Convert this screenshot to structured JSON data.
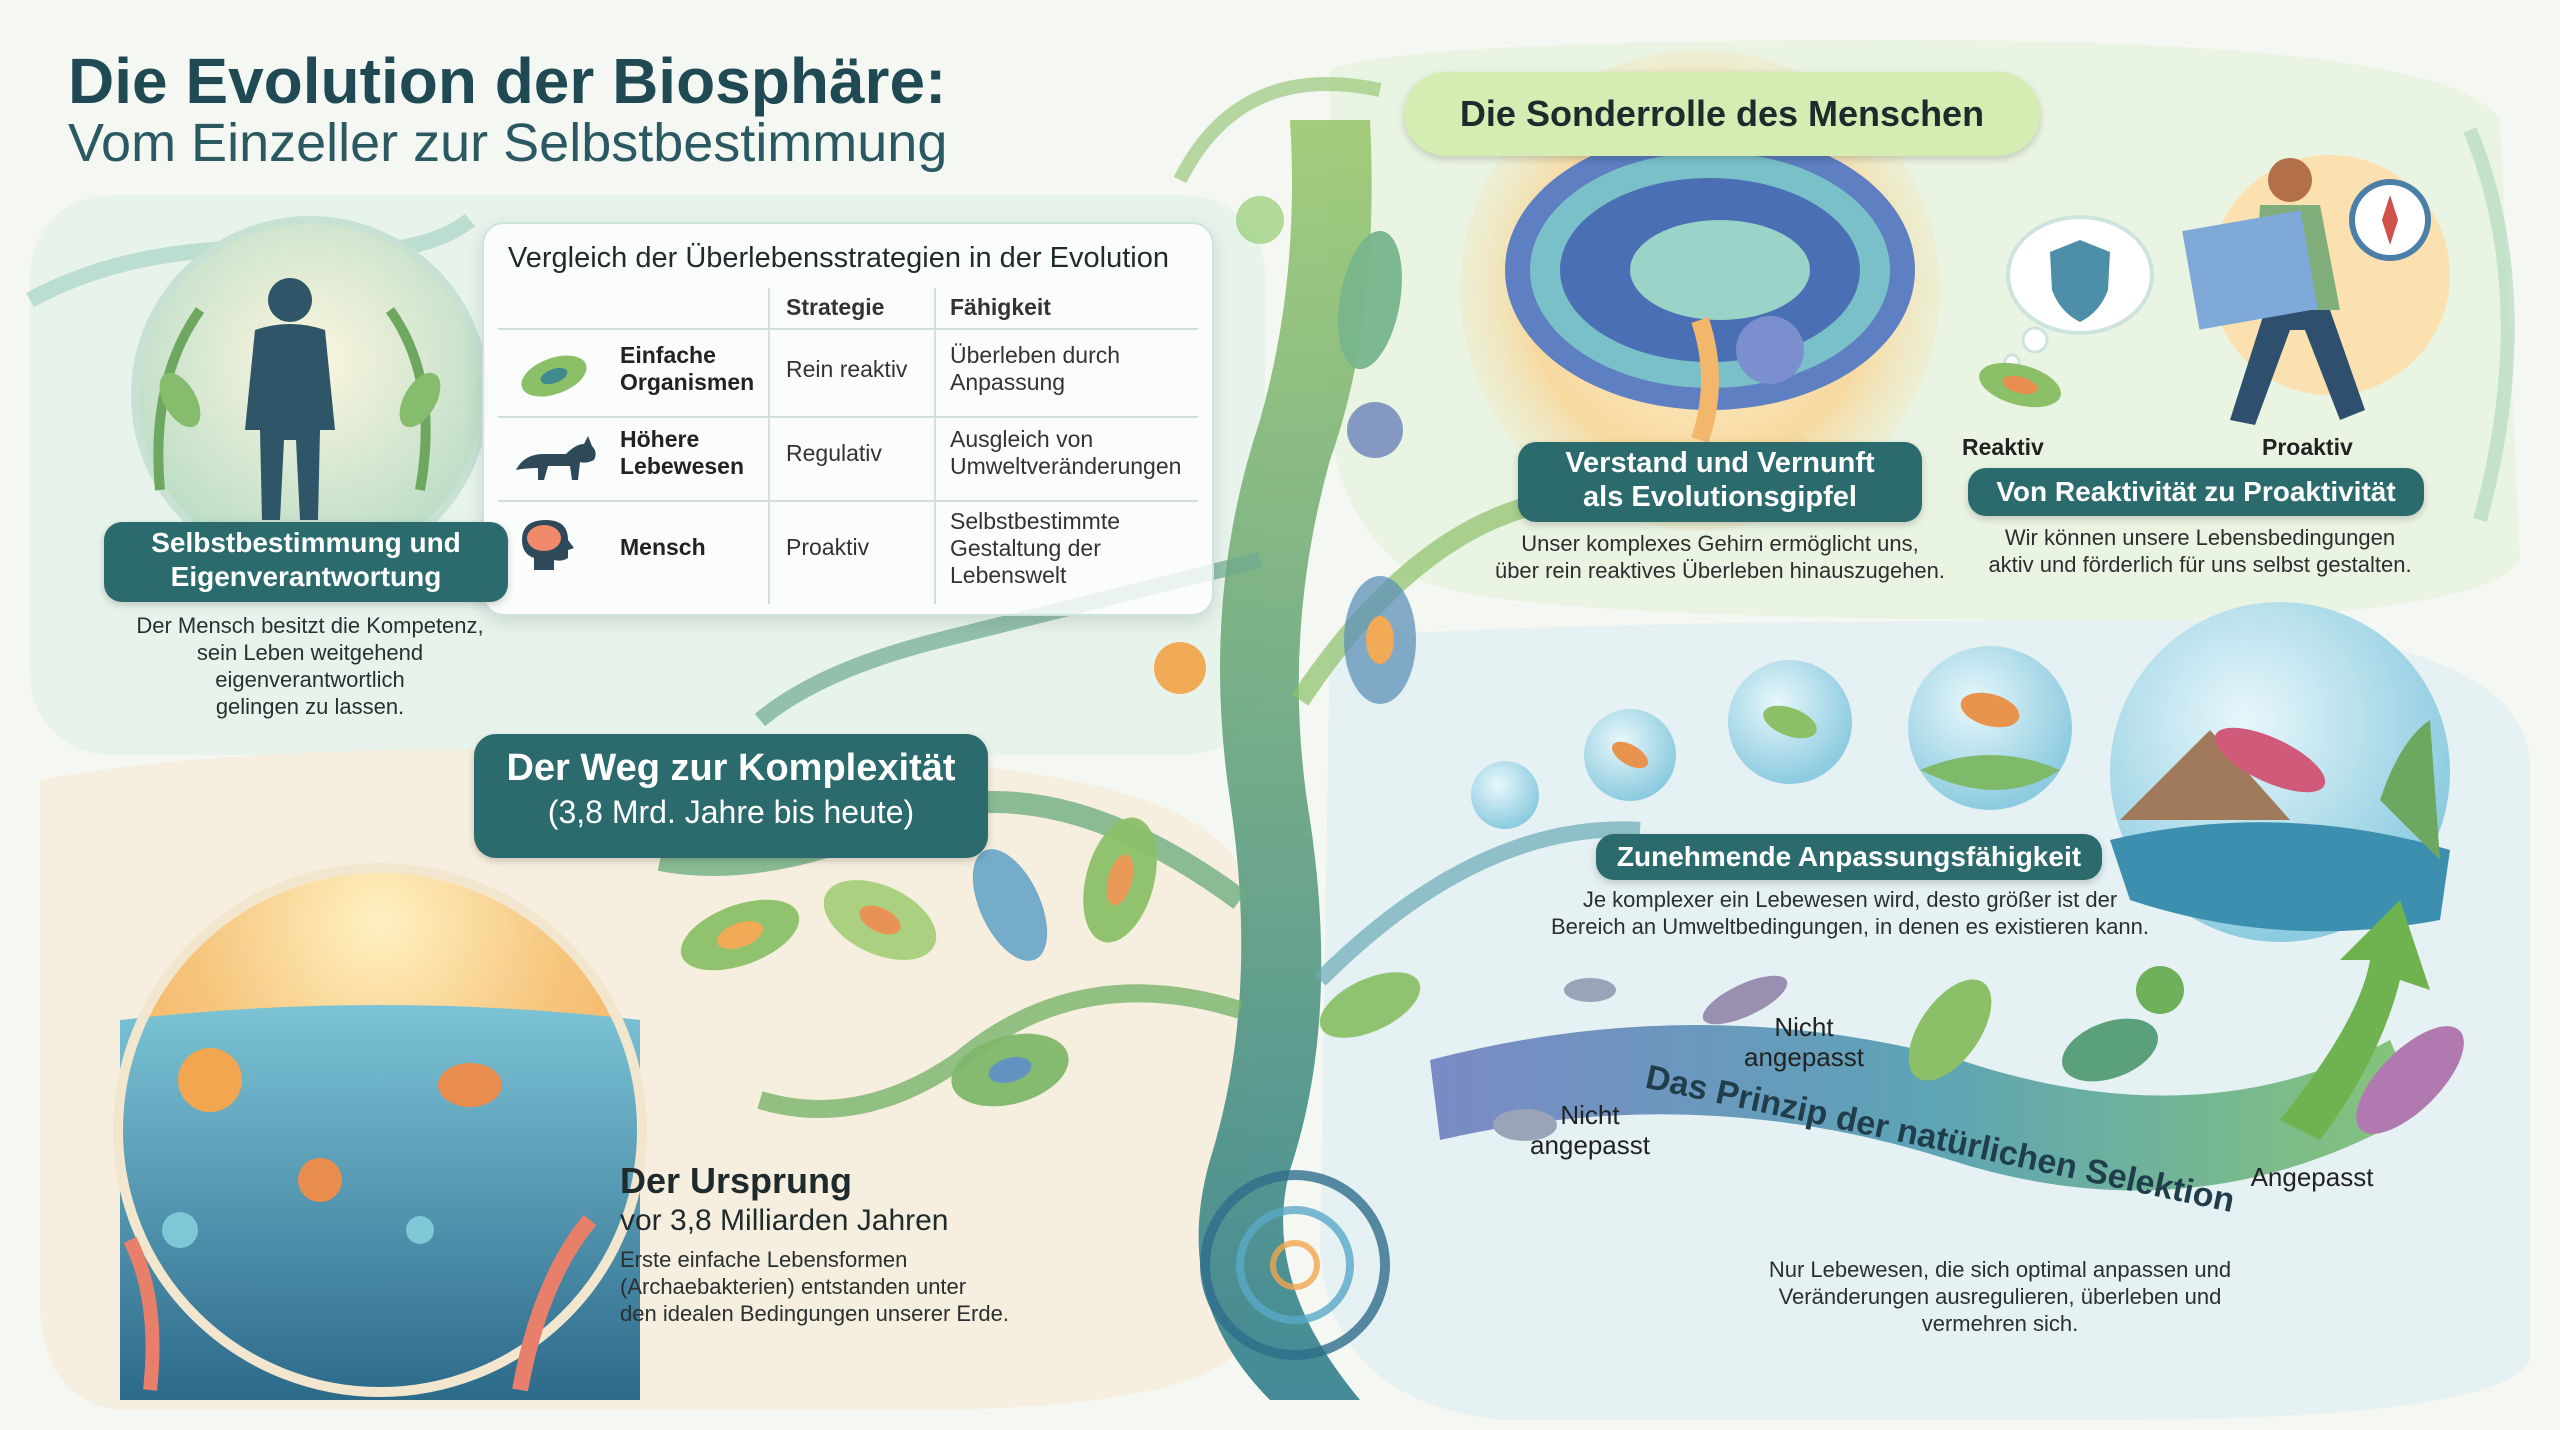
{
  "header": {
    "title": "Die Evolution der Biosphäre:",
    "subtitle": "Vom Einzeller zur Selbstbestimmung"
  },
  "table": {
    "title": "Vergleich der Überlebensstrategien in der Evolution",
    "col_strategy": "Strategie",
    "col_ability": "Fähigkeit",
    "rows": [
      {
        "organism_line1": "Einfache",
        "organism_line2": "Organismen",
        "strategy": "Rein reaktiv",
        "ability_line1": "Überleben durch",
        "ability_line2": "Anpassung",
        "ability_line3": "",
        "icon": "bacterium-icon"
      },
      {
        "organism_line1": "Höhere",
        "organism_line2": "Lebewesen",
        "strategy": "Regulativ",
        "ability_line1": "Ausgleich von",
        "ability_line2": "Umweltveränderungen",
        "ability_line3": "",
        "icon": "cat-icon"
      },
      {
        "organism_line1": "Mensch",
        "organism_line2": "",
        "strategy": "Proaktiv",
        "ability_line1": "Selbstbestimmte",
        "ability_line2": "Gestaltung der",
        "ability_line3": "Lebenswelt",
        "icon": "human-brain-icon"
      }
    ]
  },
  "self_determination": {
    "label_line1": "Selbstbestimmung und",
    "label_line2": "Eigenverantwortung",
    "text_line1": "Der Mensch besitzt die Kompetenz,",
    "text_line2": "sein Leben weitgehend",
    "text_line3": "eigenverantwortlich",
    "text_line4": "gelingen zu lassen."
  },
  "human_role": {
    "title": "Die Sonderrolle des Menschen",
    "reason_line1": "Verstand und Vernunft",
    "reason_line2": "als Evolutionsgipfel",
    "reason_text_line1": "Unser komplexes Gehirn ermöglicht uns,",
    "reason_text_line2": "über rein reaktives Überleben hinauszugehen.",
    "reactive": "Reaktiv",
    "proactive": "Proaktiv",
    "proactivity_label": "Von Reaktivität zu Proaktivität",
    "proactivity_text_line1": "Wir können unsere Lebensbedingungen",
    "proactivity_text_line2": "aktiv und förderlich für uns selbst gestalten."
  },
  "path": {
    "label_line1": "Der Weg zur Komplexität",
    "label_line2": "(3,8 Mrd. Jahre bis heute)"
  },
  "origin": {
    "title": "Der Ursprung",
    "subtitle": "vor 3,8 Milliarden Jahren",
    "text_line1": "Erste einfache Lebensformen",
    "text_line2": "(Archaebakterien) entstanden unter",
    "text_line3": "den idealen Bedingungen unserer Erde."
  },
  "adaptability": {
    "label": "Zunehmende Anpassungsfähigkeit",
    "text_line1": "Je komplexer ein Lebewesen wird, desto größer ist der",
    "text_line2": "Bereich an Umweltbedingungen, in denen es existieren kann."
  },
  "selection": {
    "banner": "Das Prinzip der natürlichen Selektion",
    "not_adapted_1_line1": "Nicht",
    "not_adapted_1_line2": "angepasst",
    "not_adapted_2_line1": "Nicht",
    "not_adapted_2_line2": "angepasst",
    "adapted": "Angepasst",
    "text_line1": "Nur Lebewesen, die sich optimal anpassen und",
    "text_line2": "Veränderungen ausregulieren, überleben und",
    "text_line3": "vermehren sich."
  },
  "colors": {
    "pill": "#2b6b6d",
    "title": "#1f4a53",
    "leaf_green": "#8cc068",
    "water_blue": "#5aa9c8",
    "warm_orange": "#f2b76a"
  }
}
